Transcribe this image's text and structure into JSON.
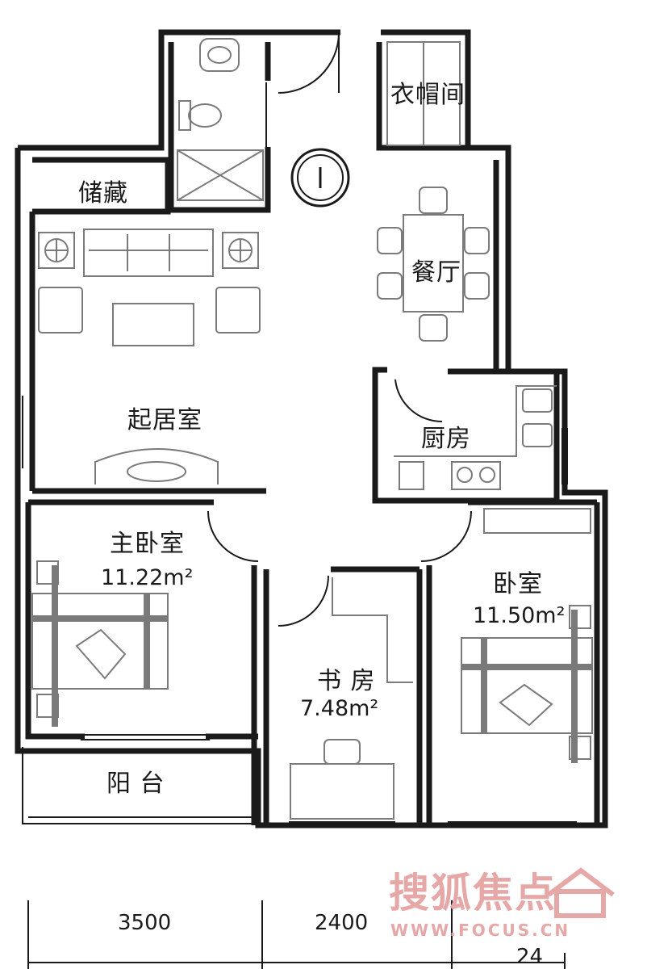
{
  "rooms": {
    "cloakroom": "衣帽间",
    "storage": "储藏",
    "dining": "餐厅",
    "living": "起居室",
    "kitchen": "厨房",
    "master_bedroom": "主卧室",
    "master_bedroom_area": "11.22m²",
    "bedroom": "卧室",
    "bedroom_area": "11.50m²",
    "study": "书 房",
    "study_area": "7.48m²",
    "balcony": "阳 台"
  },
  "dimensions": {
    "width_left": "3500",
    "width_middle": "2400",
    "width_right_partial": "24"
  },
  "watermark": {
    "brand": "搜狐焦点",
    "url": "WWW.FOCUS.CN"
  },
  "colors": {
    "wall": "#1a1a1a",
    "furniture": "#7a7a7a",
    "watermark": "#e6a7a7",
    "background": "#ffffff"
  }
}
